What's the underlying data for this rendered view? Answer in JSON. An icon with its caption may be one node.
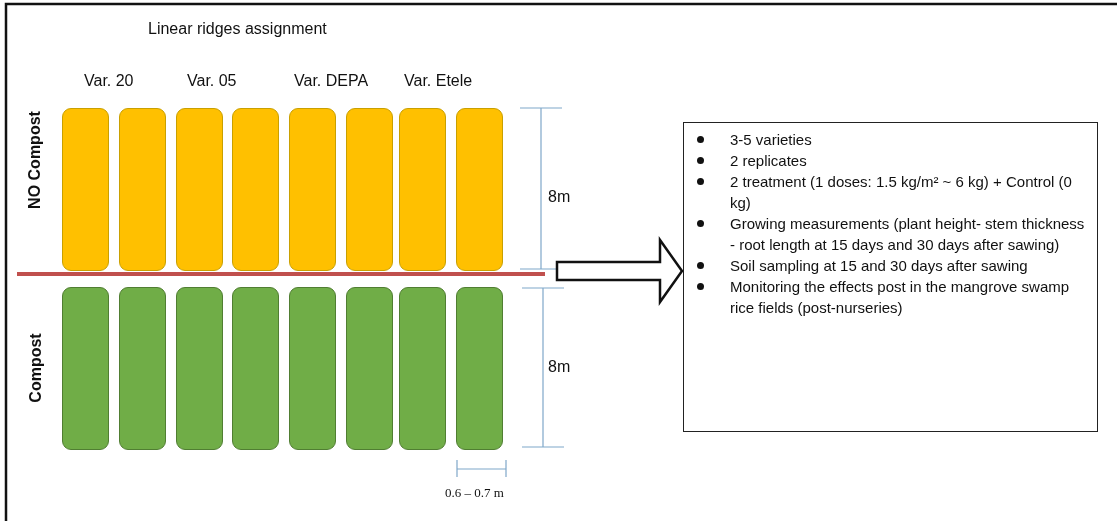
{
  "diagram": {
    "nodes": [
      {
        "text": [],
        "shape": "box"
      },
      {
        "text": [],
        "shape": "box"
      },
      {
        "text": [],
        "shape": "box"
      },
      {
        "text": [],
        "shape": "box"
      },
      {
        "text": [],
        "shape": "box"
      },
      {
        "text": [],
        "shape": "box"
      },
      {
        "text": [],
        "shape": "box"
      },
      {
        "text": [],
        "shape": "box"
      },
      {
        "text": [],
        "shape": "box"
      },
      {
        "text": [],
        "shape": "box"
      },
      {
        "text": [],
        "shape": "box"
      },
      {
        "text": [],
        "shape": "box"
      },
      {
        "text": [],
        "shape": "box"
      },
      {
        "text": [],
        "shape": "box"
      },
      {
        "text": [],
        "shape": "box"
      },
      {
        "text": [],
        "shape": "box"
      },
      {
        "text": [
          "3-5 varieties",
          "2 replicates",
          "2 treatment (1 doses: 1.5 kg/m² ~ 6 kg) + Control (0 kg)",
          "Growing measurements (plant height- stem thickness - root length at 15 days and 30 days after sawing)",
          "Soil sampling at 15 and 30 days after sawing",
          "Monitoring the effects post in the mangrove swamp rice fields (post-nurseries)"
        ]
      }
    ],
    "edges": [
      {
        "from": null,
        "to": 16,
        "arrow": "to"
      }
    ],
    "labels": [
      "Linear ridges assignment",
      "Var. 20",
      "Var. 05",
      "Var. DEPA",
      "Var. Etele",
      "NO Compost",
      "8m",
      "Compost",
      "8m",
      "0.6 – 0.7 m"
    ]
  }
}
